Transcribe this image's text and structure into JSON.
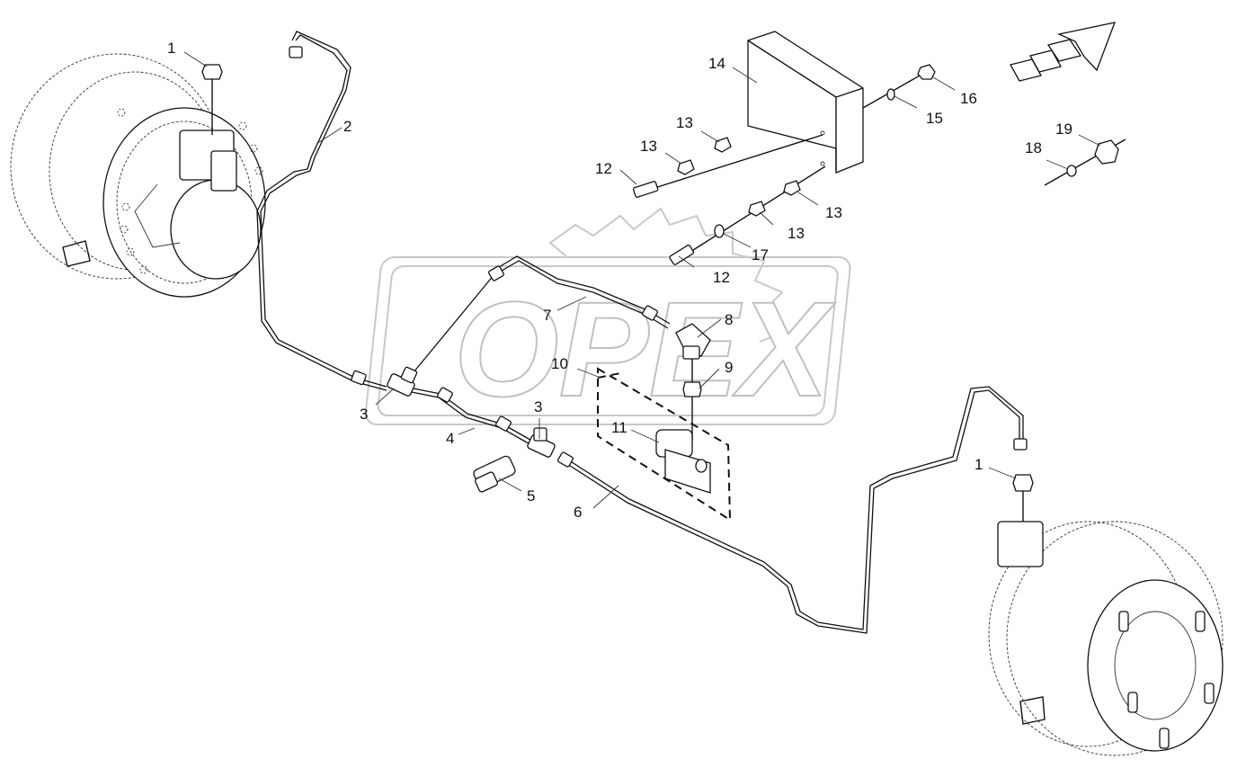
{
  "watermark": {
    "text": "OPEX"
  },
  "callouts": [
    {
      "id": "c1a",
      "text": "1"
    },
    {
      "id": "c1b",
      "text": "1"
    },
    {
      "id": "c2",
      "text": "2"
    },
    {
      "id": "c3a",
      "text": "3"
    },
    {
      "id": "c3b",
      "text": "3"
    },
    {
      "id": "c4",
      "text": "4"
    },
    {
      "id": "c5",
      "text": "5"
    },
    {
      "id": "c6",
      "text": "6"
    },
    {
      "id": "c7",
      "text": "7"
    },
    {
      "id": "c8",
      "text": "8"
    },
    {
      "id": "c9",
      "text": "9"
    },
    {
      "id": "c10",
      "text": "10"
    },
    {
      "id": "c11",
      "text": "11"
    },
    {
      "id": "c12a",
      "text": "12"
    },
    {
      "id": "c12b",
      "text": "12"
    },
    {
      "id": "c13a",
      "text": "13"
    },
    {
      "id": "c13b",
      "text": "13"
    },
    {
      "id": "c13c",
      "text": "13"
    },
    {
      "id": "c13d",
      "text": "13"
    },
    {
      "id": "c14",
      "text": "14"
    },
    {
      "id": "c15",
      "text": "15"
    },
    {
      "id": "c16",
      "text": "16"
    },
    {
      "id": "c17",
      "text": "17"
    },
    {
      "id": "c18",
      "text": "18"
    },
    {
      "id": "c19",
      "text": "19"
    }
  ]
}
